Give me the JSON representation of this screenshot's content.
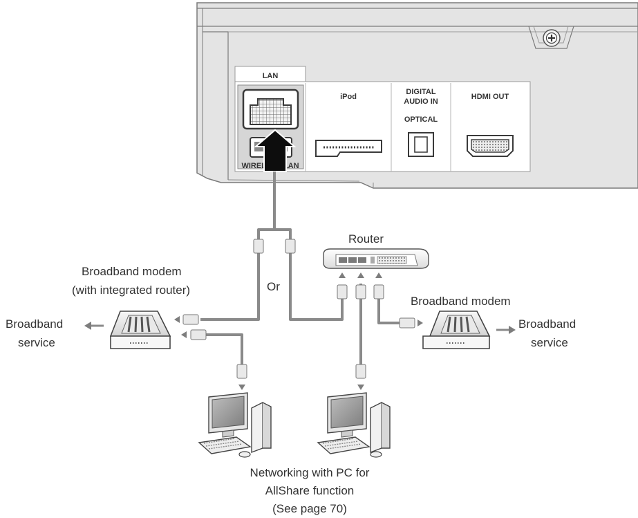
{
  "device_ports": {
    "lan": "LAN",
    "ipod": "iPod",
    "digital_audio_in_line1": "DIGITAL",
    "digital_audio_in_line2": "AUDIO IN",
    "optical": "OPTICAL",
    "hdmi_out": "HDMI OUT",
    "wireless_lan": "WIRELESS LAN"
  },
  "labels": {
    "router": "Router",
    "modem_integrated_line1": "Broadband modem",
    "modem_integrated_line2": "(with integrated router)",
    "or": "Or",
    "modem_right": "Broadband modem",
    "service_left_line1": "Broadband",
    "service_left_line2": "service",
    "service_right_line1": "Broadband",
    "service_right_line2": "service",
    "pc_caption_line1": "Networking with PC for",
    "pc_caption_line2": "AllShare function",
    "pc_caption_line3": "(See page 70)"
  }
}
